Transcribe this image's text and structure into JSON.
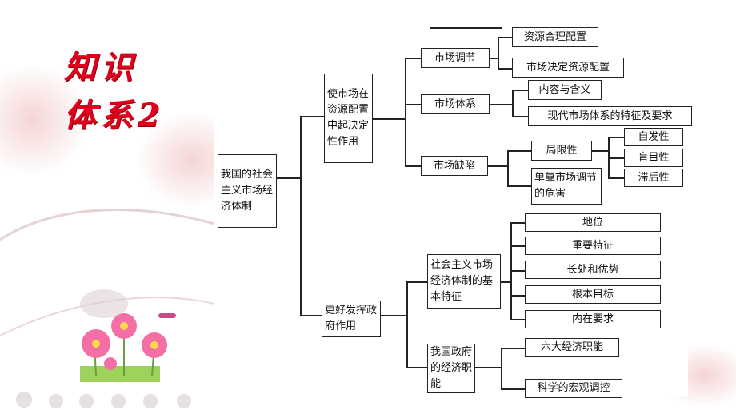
{
  "title": {
    "line1": "知识",
    "line2": "体系2"
  },
  "diagram": {
    "root": "我国的社会主义市场经济体制",
    "branch1": {
      "label": "使市场在资源配置中起决定性作用",
      "market_regulation": {
        "label": "市场调节",
        "items": [
          "资源合理配置",
          "市场决定资源配置"
        ]
      },
      "market_system": {
        "label": "市场体系",
        "items": [
          "内容与含义",
          "现代市场体系的特征及要求"
        ]
      },
      "market_defects": {
        "label": "市场缺陷",
        "limitation": {
          "label": "局限性",
          "items": [
            "自发性",
            "盲目性",
            "滞后性"
          ]
        },
        "danger": "单靠市场调节的危害"
      }
    },
    "branch2": {
      "label": "更好发挥政府作用",
      "basic_features": {
        "label": "社会主义市场经济体制的基本特征",
        "items": [
          "地位",
          "重要特征",
          "长处和优势",
          "根本目标",
          "内在要求"
        ]
      },
      "econ_functions": {
        "label": "我国政府的经济职能",
        "items": [
          "六大经济职能",
          "科学的宏观调控"
        ]
      }
    }
  }
}
